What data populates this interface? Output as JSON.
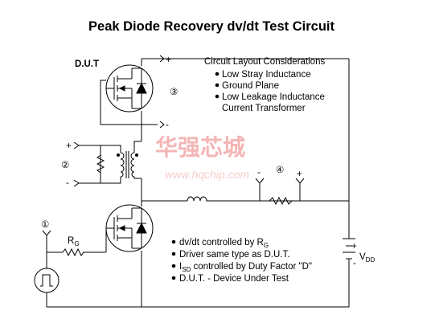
{
  "title": "Peak Diode Recovery dv/dt Test Circuit",
  "dut_label": "D.U.T",
  "markers": {
    "m1": "①",
    "m2": "②",
    "m3": "③",
    "m4": "④"
  },
  "considerations": {
    "heading": "Circuit Layout Considerations",
    "items": [
      "Low Stray Inductance",
      "Ground Plane",
      "Low Leakage Inductance",
      "Current Transformer"
    ]
  },
  "notes": {
    "items": [
      {
        "text": "dv/dt controlled by R",
        "sub": "G",
        "after": ""
      },
      {
        "text": "Driver same type as D.U.T.",
        "sub": "",
        "after": ""
      },
      {
        "pre": "I",
        "sub": "SD",
        "text": " controlled by Duty Factor \"D\""
      },
      {
        "text": "D.U.T. - Device Under Test",
        "sub": "",
        "after": ""
      }
    ]
  },
  "rg_label": {
    "main": "R",
    "sub": "G"
  },
  "vdd_label": {
    "main": "V",
    "sub": "DD"
  },
  "signs": {
    "plus": "+",
    "minus": "-"
  },
  "watermark": {
    "main": "华强芯城",
    "url": "www.hqchip.com"
  }
}
